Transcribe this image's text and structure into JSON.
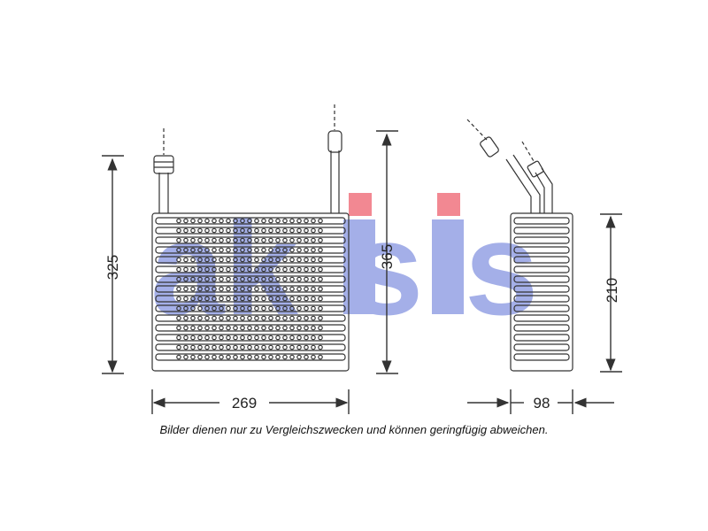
{
  "watermark": {
    "text": "aksis",
    "color": "#5a6fd6",
    "accent": "#e8283a"
  },
  "dimensions": {
    "front_height": "325",
    "front_height_with_pipes": "365",
    "front_width": "269",
    "side_height": "210",
    "side_depth": "98"
  },
  "caption": "Bilder dienen nur zu Vergleichszwecken und können geringfügig abweichen.",
  "colors": {
    "line": "#333333",
    "background": "#ffffff"
  }
}
